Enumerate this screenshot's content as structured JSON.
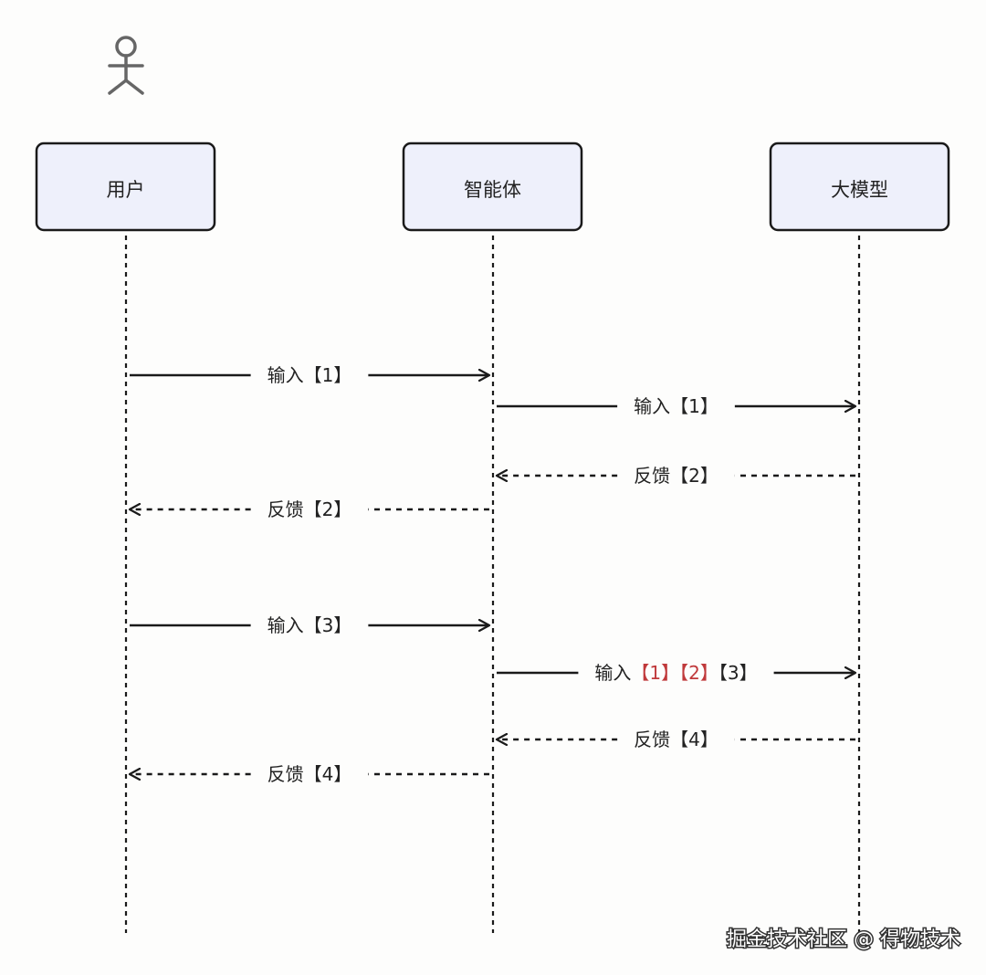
{
  "participants": [
    {
      "id": "user",
      "label": "用户"
    },
    {
      "id": "agent",
      "label": "智能体"
    },
    {
      "id": "llm",
      "label": "大模型"
    }
  ],
  "messages": [
    {
      "from": "user",
      "to": "agent",
      "style": "solid",
      "parts": [
        {
          "text": "输入【1】",
          "color": "#222222"
        }
      ]
    },
    {
      "from": "agent",
      "to": "llm",
      "style": "solid",
      "parts": [
        {
          "text": "输入【1】",
          "color": "#222222"
        }
      ]
    },
    {
      "from": "llm",
      "to": "agent",
      "style": "dashed",
      "parts": [
        {
          "text": "反馈【2】",
          "color": "#222222"
        }
      ]
    },
    {
      "from": "agent",
      "to": "user",
      "style": "dashed",
      "parts": [
        {
          "text": "反馈【2】",
          "color": "#222222"
        }
      ]
    },
    {
      "from": "user",
      "to": "agent",
      "style": "solid",
      "parts": [
        {
          "text": "输入【3】",
          "color": "#222222"
        }
      ]
    },
    {
      "from": "agent",
      "to": "llm",
      "style": "solid",
      "parts": [
        {
          "text": "输入",
          "color": "#222222"
        },
        {
          "text": "【1】",
          "color": "#c0393b"
        },
        {
          "text": "【2】",
          "color": "#c0393b"
        },
        {
          "text": "【3】",
          "color": "#222222"
        }
      ]
    },
    {
      "from": "llm",
      "to": "agent",
      "style": "dashed",
      "parts": [
        {
          "text": "反馈【4】",
          "color": "#222222"
        }
      ]
    },
    {
      "from": "agent",
      "to": "user",
      "style": "dashed",
      "parts": [
        {
          "text": "反馈【4】",
          "color": "#222222"
        }
      ]
    }
  ],
  "watermark": "掘金技术社区 @ 得物技术",
  "colors": {
    "box_fill": "#eef0fb",
    "box_stroke": "#1a1a1a",
    "line": "#1a1a1a",
    "actor": "#666666",
    "highlight": "#c0393b"
  }
}
